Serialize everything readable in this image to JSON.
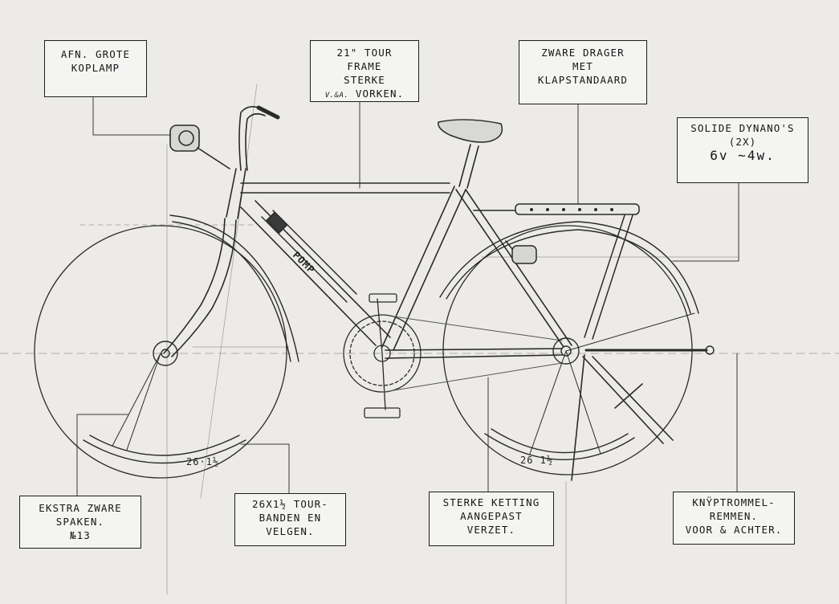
{
  "labels": {
    "headlamp": {
      "lines": [
        "AFN. GROTE",
        "KOPLAMP"
      ]
    },
    "frame": {
      "lines": [
        "21\" TOUR",
        "FRAME",
        "STERKE"
      ],
      "small": "V.&A.",
      "tail": "VORKEN."
    },
    "carrier": {
      "lines": [
        "ZWARE DRAGER",
        "MET",
        "KLAPSTANDAARD"
      ]
    },
    "dynamo": {
      "lines": [
        "SOLIDE DYNANO'S",
        "(2x)"
      ],
      "spec": "6v ~4w."
    },
    "spokes": {
      "lines": [
        "EKSTRA ZWARE",
        "SPAKEN."
      ],
      "number": "№13"
    },
    "tires": {
      "lines": [
        "26x1½ TOUR-",
        "BANDEN EN",
        "VELGEN."
      ]
    },
    "chain": {
      "lines": [
        "STERKE KETTING",
        "AANGEPAST",
        "VERZET."
      ]
    },
    "brakes": {
      "lines": [
        "KNŸPTROMMEL-",
        "REMMEN.",
        "VOOR & ACHTER."
      ]
    }
  },
  "drawing": {
    "pump_text": "POMP",
    "front_rim_size": "26·1½",
    "rear_rim_size": "26 1½"
  }
}
